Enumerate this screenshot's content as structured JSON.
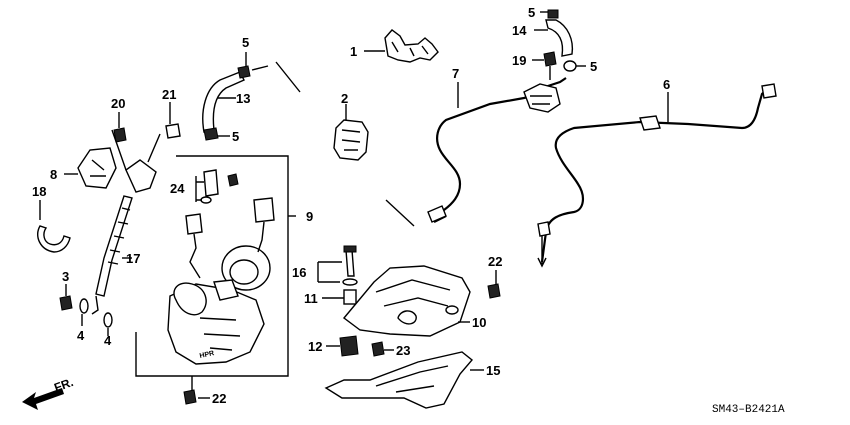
{
  "diagram_code": "SM43–B2421A",
  "front_label": "FR.",
  "callouts": {
    "c1": "1",
    "c2": "2",
    "c3": "3",
    "c4a": "4",
    "c4b": "4",
    "c5a": "5",
    "c5b": "5",
    "c5c": "5",
    "c5d": "5",
    "c6": "6",
    "c7": "7",
    "c8": "8",
    "c9": "9",
    "c10": "10",
    "c11": "11",
    "c12": "12",
    "c13": "13",
    "c14": "14",
    "c15": "15",
    "c16": "16",
    "c17": "17",
    "c18": "18",
    "c19": "19",
    "c20": "20",
    "c21": "21",
    "c22a": "22",
    "c22b": "22",
    "c23": "23",
    "c24": "24"
  }
}
